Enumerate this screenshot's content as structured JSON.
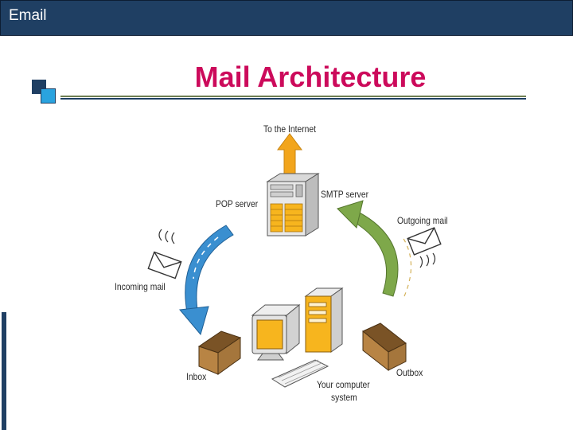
{
  "header": {
    "title": "Email"
  },
  "slide": {
    "title": "Mail Architecture"
  },
  "diagram": {
    "labels": {
      "to_internet": "To the Internet",
      "smtp_server": "SMTP server",
      "pop_server": "POP server",
      "outgoing_mail": "Outgoing mail",
      "incoming_mail": "Incoming mail",
      "inbox": "Inbox",
      "outbox": "Outbox",
      "your_computer_line1": "Your computer",
      "your_computer_line2": "system"
    }
  },
  "colors": {
    "header_bg": "#1f3f63",
    "title_text": "#cc0a5b",
    "internet_arrow": "#f2a51c",
    "pop_arrow": "#3a8fd0",
    "smtp_arrow": "#7ea84a",
    "computer_yellow": "#f7b51e",
    "tray_brown": "#a5763c"
  }
}
